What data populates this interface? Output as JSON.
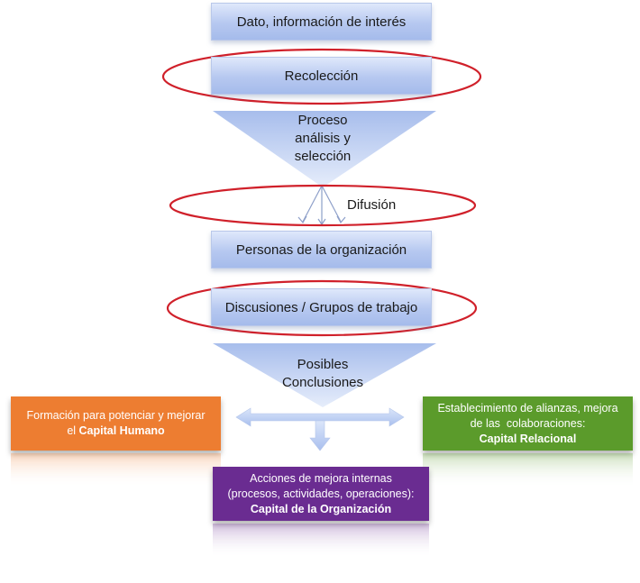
{
  "diagram": {
    "steps": {
      "dato": "Dato, información de interés",
      "recoleccion": "Recolección",
      "proceso": [
        "Proceso",
        "análisis y",
        "selección"
      ],
      "difusion": "Difusión",
      "personas": "Personas de la organización",
      "discusiones": "Discusiones / Grupos de trabajo",
      "conclusiones": [
        "Posibles",
        "Conclusiones"
      ]
    },
    "outcomes": {
      "humano": {
        "line1": "Formación para potenciar y mejorar",
        "prefix": "el ",
        "bold": "Capital Humano",
        "color": "#ed7d31"
      },
      "relacional": {
        "line1": "Establecimiento de alianzas, mejora",
        "line2": "de las  colaboraciones:",
        "bold": "Capital Relacional",
        "color": "#5b9b2b"
      },
      "organizacion": {
        "line1": "Acciones de mejora internas",
        "line2": "(procesos, actividades, operaciones):",
        "bold": "Capital de la Organización",
        "color": "#6a2c91"
      }
    },
    "highlight_color": "#d0202a"
  }
}
